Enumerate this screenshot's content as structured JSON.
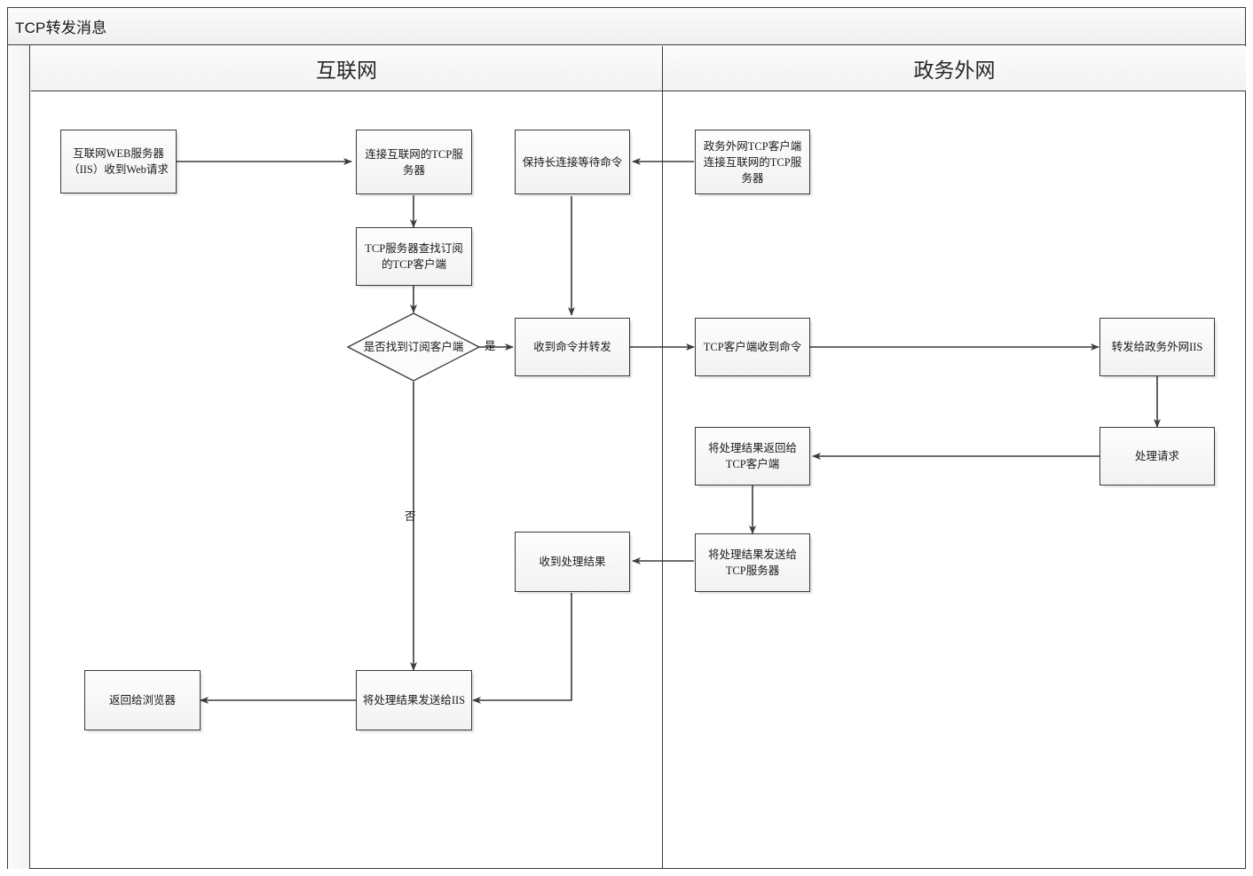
{
  "diagram": {
    "title": "TCP转发消息",
    "type": "flowchart-swimlane",
    "theme": {
      "node_border": "#3a3a3a",
      "node_fill_top": "#fdfdfd",
      "node_fill_bottom": "#f2f2f2",
      "edge_color": "#3c3c3c",
      "pool_border": "#3c3c3c",
      "header_fill": "#f2f2f2",
      "page_background": "#ffffff"
    }
  },
  "lanes": [
    {
      "id": "lane-internet",
      "label": "互联网"
    },
    {
      "id": "lane-govnet",
      "label": "政务外网"
    }
  ],
  "nodes": [
    {
      "id": "n1",
      "lane": "lane-internet",
      "shape": "box",
      "label": "互联网WEB服务器（IIS）收到Web请求"
    },
    {
      "id": "n2",
      "lane": "lane-internet",
      "shape": "box",
      "label": "连接互联网的TCP服务器"
    },
    {
      "id": "n3",
      "lane": "lane-internet",
      "shape": "box",
      "label": "保持长连接等待命令"
    },
    {
      "id": "n4",
      "lane": "lane-govnet",
      "shape": "box",
      "label": "政务外网TCP客户端连接互联网的TCP服务器"
    },
    {
      "id": "n5",
      "lane": "lane-internet",
      "shape": "box",
      "label": "TCP服务器查找订阅的TCP客户端"
    },
    {
      "id": "n6",
      "lane": "lane-internet",
      "shape": "diamond",
      "label": "是否找到订阅客户端"
    },
    {
      "id": "n7",
      "lane": "lane-internet",
      "shape": "box",
      "label": "收到命令并转发"
    },
    {
      "id": "n8",
      "lane": "lane-govnet",
      "shape": "box",
      "label": "TCP客户端收到命令"
    },
    {
      "id": "n9",
      "lane": "lane-govnet",
      "shape": "box",
      "label": "转发给政务外网IIS"
    },
    {
      "id": "n10",
      "lane": "lane-govnet",
      "shape": "box",
      "label": "处理请求"
    },
    {
      "id": "n11",
      "lane": "lane-govnet",
      "shape": "box",
      "label": "将处理结果返回给TCP客户端"
    },
    {
      "id": "n12",
      "lane": "lane-govnet",
      "shape": "box",
      "label": "将处理结果发送给TCP服务器"
    },
    {
      "id": "n13",
      "lane": "lane-internet",
      "shape": "box",
      "label": "收到处理结果"
    },
    {
      "id": "n14",
      "lane": "lane-internet",
      "shape": "box",
      "label": "将处理结果发送给IIS"
    },
    {
      "id": "n15",
      "lane": "lane-internet",
      "shape": "box",
      "label": "返回给浏览器"
    }
  ],
  "edge_labels": {
    "yes": "是",
    "no": "否"
  },
  "edges": [
    {
      "from": "n1",
      "to": "n2",
      "label": ""
    },
    {
      "from": "n2",
      "to": "n5",
      "label": ""
    },
    {
      "from": "n5",
      "to": "n6",
      "label": ""
    },
    {
      "from": "n4",
      "to": "n3",
      "label": ""
    },
    {
      "from": "n3",
      "to": "n7",
      "label": ""
    },
    {
      "from": "n6",
      "to": "n7",
      "label": "是"
    },
    {
      "from": "n6",
      "to": "n14",
      "label": "否"
    },
    {
      "from": "n7",
      "to": "n8",
      "label": ""
    },
    {
      "from": "n8",
      "to": "n9",
      "label": ""
    },
    {
      "from": "n9",
      "to": "n10",
      "label": ""
    },
    {
      "from": "n10",
      "to": "n11",
      "label": ""
    },
    {
      "from": "n11",
      "to": "n12",
      "label": ""
    },
    {
      "from": "n12",
      "to": "n13",
      "label": ""
    },
    {
      "from": "n13",
      "to": "n14",
      "label": ""
    },
    {
      "from": "n14",
      "to": "n15",
      "label": ""
    }
  ]
}
